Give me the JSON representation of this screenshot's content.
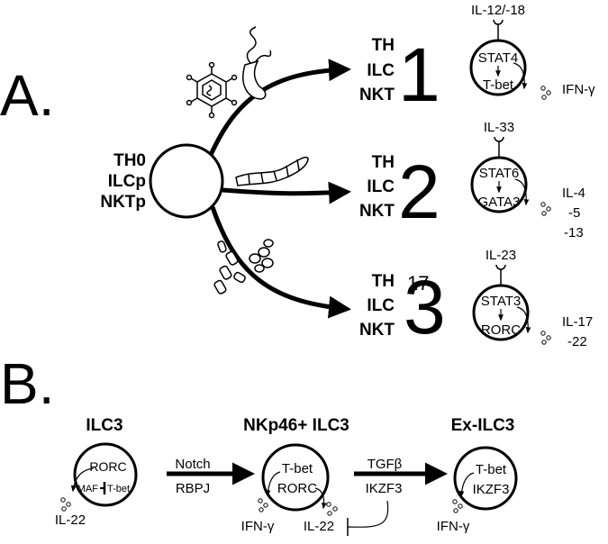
{
  "panel_a": {
    "label": "A.",
    "source": [
      "TH0",
      "ILCp",
      "NKTp"
    ],
    "lineages": [
      {
        "types": [
          "TH",
          "ILC",
          "NKT"
        ],
        "number": "1",
        "superscript": "",
        "cytokine_in": "IL-12/-18",
        "tf_top": "STAT4",
        "tf_bottom": "T-bet",
        "outputs": [
          "IFN-γ"
        ]
      },
      {
        "types": [
          "TH",
          "ILC",
          "NKT"
        ],
        "number": "2",
        "superscript": "",
        "cytokine_in": "IL-33",
        "tf_top": "STAT6",
        "tf_bottom": "GATA3",
        "outputs": [
          "IL-4",
          "-5",
          "-13"
        ]
      },
      {
        "types": [
          "TH",
          "ILC",
          "NKT"
        ],
        "number": "3",
        "superscript": "17",
        "cytokine_in": "IL-23",
        "tf_top": "STAT3",
        "tf_bottom": "RORC",
        "outputs": [
          "IL-17",
          "-22"
        ]
      }
    ]
  },
  "panel_b": {
    "label": "B.",
    "cells": [
      {
        "title": "ILC3",
        "tf": [
          "RORC"
        ],
        "sub_a": "MAF",
        "sub_b": "T-bet",
        "output": "IL-22"
      },
      {
        "title": "NKp46+ ILC3",
        "tf": [
          "T-bet",
          "RORC"
        ],
        "output_left": "IFN-γ",
        "output_right": "IL-22"
      },
      {
        "title": "Ex-ILC3",
        "tf": [
          "T-bet",
          "IKZF3"
        ],
        "output": "IFN-γ"
      }
    ],
    "transitions": [
      {
        "above": "Notch",
        "below": "RBPJ"
      },
      {
        "above": "TGFβ",
        "below": "IKZF3"
      }
    ]
  },
  "icons": [
    "virus-icon",
    "bacterium-icon",
    "worm-icon",
    "fungus-icon"
  ]
}
